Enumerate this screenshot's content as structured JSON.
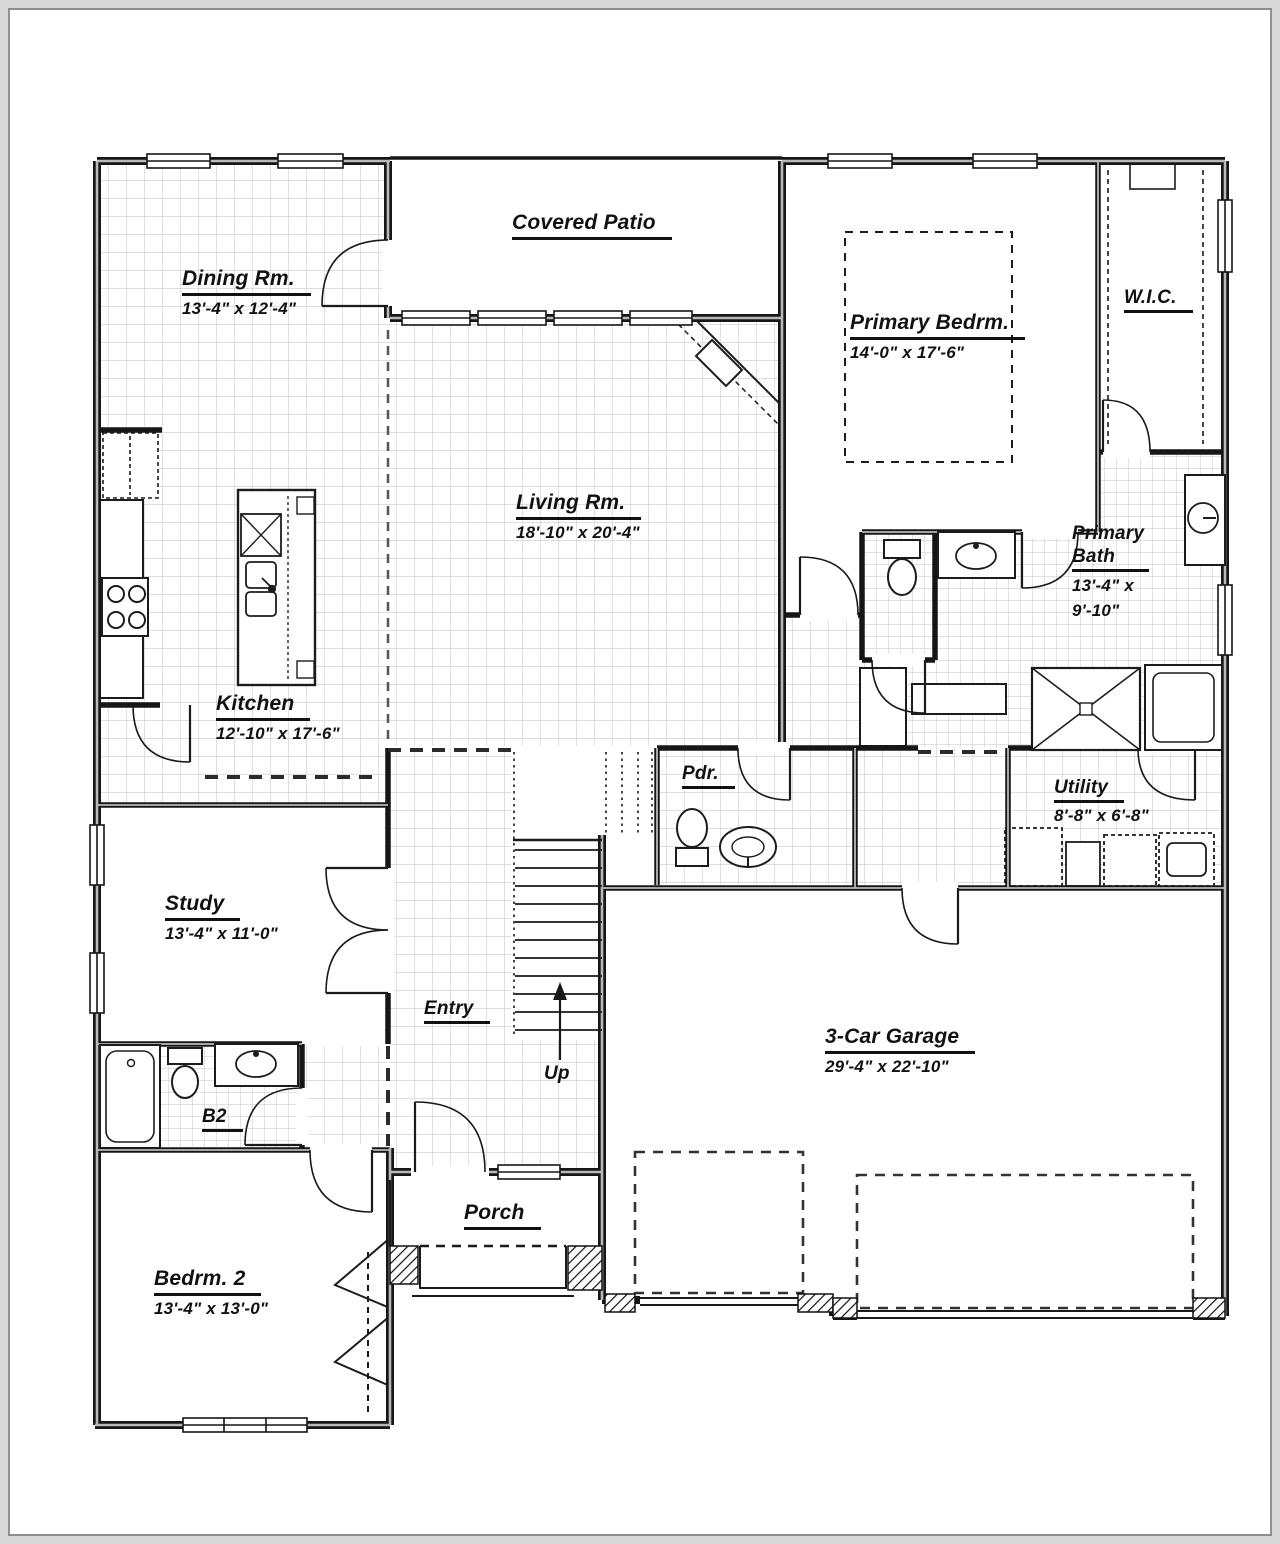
{
  "plan_type": "single-family home first-floor plan",
  "colors": {
    "wall": "#161616",
    "wall_core": "#b9b9b9",
    "tile_line": "#cbcbcb",
    "paper": "#ffffff",
    "frame": "#8f8f8f",
    "page_margin": "#d8d8d8",
    "label_text": "#111111"
  },
  "rooms": {
    "covered_patio": {
      "name": "Covered Patio"
    },
    "dining": {
      "name": "Dining Rm.",
      "dims": "13'-4\" x 12'-4\""
    },
    "primary_bedroom": {
      "name": "Primary Bedrm.",
      "dims": "14'-0\" x 17'-6\""
    },
    "wic": {
      "name": "W.I.C."
    },
    "living": {
      "name": "Living Rm.",
      "dims": "18'-10\" x 20'-4\""
    },
    "kitchen": {
      "name": "Kitchen",
      "dims": "12'-10\" x 17'-6\""
    },
    "primary_bath": {
      "name_line1": "Primary",
      "name_line2": "Bath",
      "dims_line1": "13'-4\" x",
      "dims_line2": "9'-10\""
    },
    "powder": {
      "name": "Pdr."
    },
    "utility": {
      "name": "Utility",
      "dims": "8'-8\" x 6'-8\""
    },
    "study": {
      "name": "Study",
      "dims": "13'-4\" x 11'-0\""
    },
    "entry": {
      "name": "Entry"
    },
    "stairs": {
      "direction_label": "Up"
    },
    "garage": {
      "name": "3-Car Garage",
      "dims": "29'-4\" x 22'-10\""
    },
    "bath2": {
      "name": "B2"
    },
    "porch": {
      "name": "Porch"
    },
    "bedroom2": {
      "name": "Bedrm. 2",
      "dims": "13'-4\" x 13'-0\""
    }
  },
  "fixtures": {
    "kitchen": [
      "pantry",
      "wall-counter",
      "cooktop",
      "island",
      "island-sink",
      "dishwasher"
    ],
    "primary_bath": [
      "water-closet",
      "vanity-sink",
      "second-vanity-sink",
      "shower",
      "tub"
    ],
    "powder": [
      "toilet",
      "pedestal-sink"
    ],
    "bath2": [
      "bathtub",
      "toilet",
      "vanity-sink"
    ],
    "utility": [
      "washer",
      "dryer",
      "laundry-sink"
    ],
    "primary_bedroom": [
      "bed-outline"
    ],
    "living": [
      "corner-fireplace"
    ],
    "garage": [
      "garage-door-left",
      "garage-door-right"
    ],
    "stairs": [
      "up-arrow",
      "treads"
    ]
  }
}
